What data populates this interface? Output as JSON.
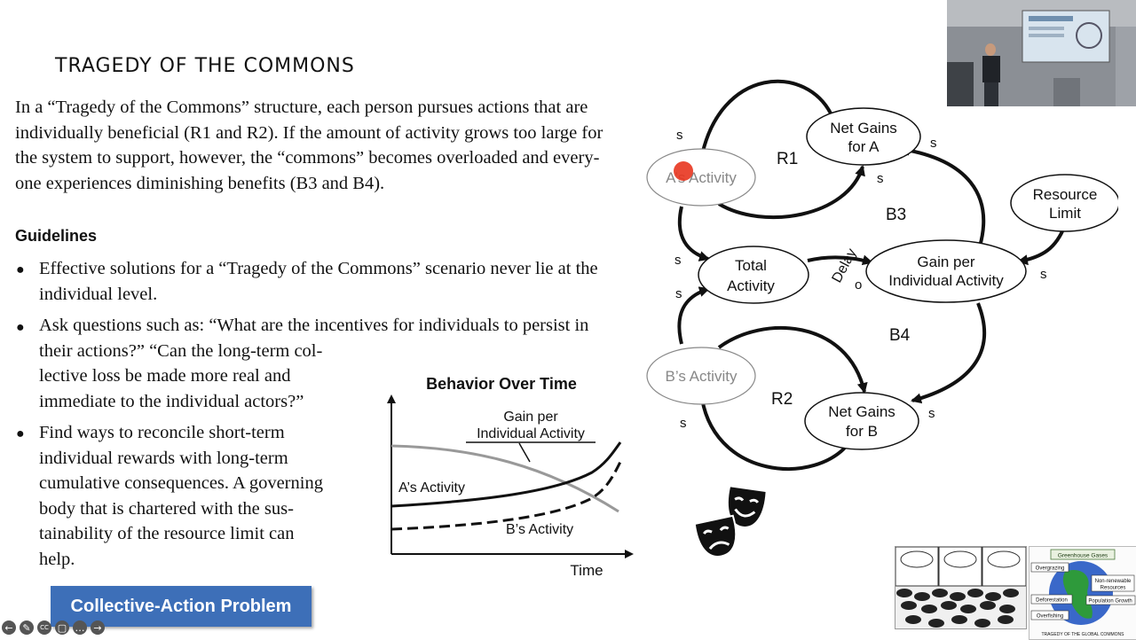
{
  "slide": {
    "title": "TRAGEDY OF THE COMMONS",
    "intro_lines": [
      "In a “Tragedy of the Commons” structure, each person pursues actions that are",
      "individually beneficial (R1 and R2).  If the amount of activity grows too large for",
      "the system to support, however, the “commons” becomes overloaded and every-",
      "one experiences diminishing benefits (B3 and B4)."
    ],
    "guidelines_heading": "Guidelines",
    "bullets": [
      [
        "Effective solutions for a “Tragedy of the Commons” scenario never lie at the",
        "individual level."
      ],
      [
        "Ask questions such as: “What are the incentives for individuals to persist in",
        "their actions?” “Can the long-term col-",
        "lective loss be made more real and",
        "immediate to the individual actors?”"
      ],
      [
        "Find ways to reconcile short-term",
        "individual rewards with long-term",
        "cumulative consequences.  A governing",
        "body that is chartered with the sus-",
        "tainability of the resource limit can",
        "help."
      ]
    ],
    "button_label": "Collective-Action Problem"
  },
  "behavior_chart": {
    "title": "Behavior Over Time",
    "x_axis_label": "Time",
    "gain_label": [
      "Gain per",
      "Individual Activity"
    ],
    "a_label": "A’s Activity",
    "b_label": "B’s Activity"
  },
  "cld": {
    "nodes": {
      "net_gains_a": [
        "Net Gains",
        "for A"
      ],
      "a_activity": "A’s Activity",
      "resource_limit": [
        "Resource",
        "Limit"
      ],
      "total_activity": [
        "Total",
        "Activity"
      ],
      "gain_per": [
        "Gain per",
        "Individual Activity"
      ],
      "b_activity": "B’s Activity",
      "net_gains_b": [
        "Net Gains",
        "for B"
      ]
    },
    "loops": {
      "r1": "R1",
      "r2": "R2",
      "b3": "B3",
      "b4": "B4"
    },
    "delay_label": "Delay",
    "polarity_s": "s",
    "polarity_o": "o"
  },
  "thumbnail": {
    "caption": "TRAGEDY OF THE GLOBAL COMMONS",
    "labels": [
      "Greenhouse Gases",
      "Overgrazing",
      "Non-renewable",
      "Resources",
      "Deforestation",
      "Population Growth",
      "Overfishing"
    ]
  },
  "player_controls": [
    "←",
    "✎",
    "CC",
    "▢",
    "…",
    "→"
  ],
  "colors": {
    "button": "#3d6fb8",
    "pointer": "#e8351f",
    "gain_line": "#999999"
  }
}
